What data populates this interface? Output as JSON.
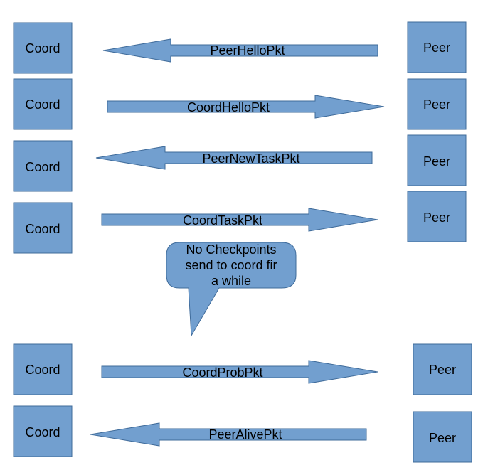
{
  "colors": {
    "fill": "#729fcf",
    "stroke": "#3f6b9a",
    "text": "#000000",
    "background": "#ffffff"
  },
  "rows": [
    {
      "coord": "Coord",
      "peer": "Peer",
      "message": "PeerHelloPkt",
      "direction": "to-coord"
    },
    {
      "coord": "Coord",
      "peer": "Peer",
      "message": "CoordHelloPkt",
      "direction": "to-peer"
    },
    {
      "coord": "Coord",
      "peer": "Peer",
      "message": "PeerNewTaskPkt",
      "direction": "to-coord"
    },
    {
      "coord": "Coord",
      "peer": "Peer",
      "message": "CoordTaskPkt",
      "direction": "to-peer"
    },
    {
      "coord": "Coord",
      "peer": "Peer",
      "message": "CoordProbPkt",
      "direction": "to-peer"
    },
    {
      "coord": "Coord",
      "peer": "Peer",
      "message": "PeerAlivePkt",
      "direction": "to-coord"
    }
  ],
  "callout": {
    "lines": [
      "No Checkpoints",
      "send to coord fir",
      "a while"
    ]
  }
}
